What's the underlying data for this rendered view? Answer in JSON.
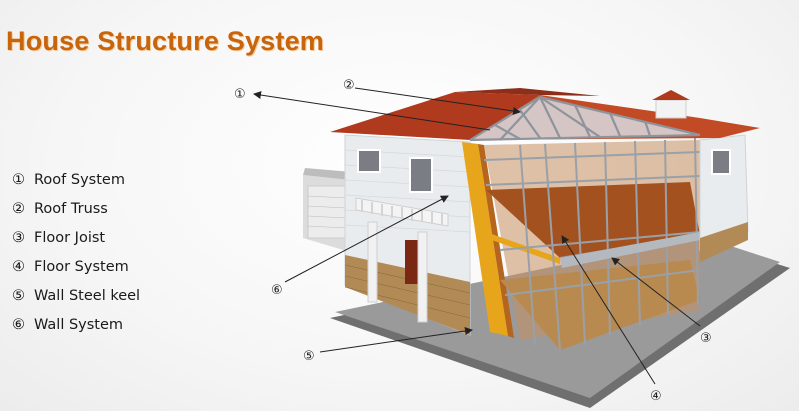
{
  "title": "House Structure System",
  "legend": [
    {
      "num": "①",
      "label": "Roof System"
    },
    {
      "num": "②",
      "label": "Roof Truss"
    },
    {
      "num": "③",
      "label": "Floor Joist"
    },
    {
      "num": "④",
      "label": "Floor System"
    },
    {
      "num": "⑤",
      "label": "Wall Steel keel"
    },
    {
      "num": "⑥",
      "label": "Wall System"
    }
  ],
  "callouts": [
    {
      "num": "①"
    },
    {
      "num": "②"
    },
    {
      "num": "③"
    },
    {
      "num": "④"
    },
    {
      "num": "⑤"
    },
    {
      "num": "⑥"
    }
  ],
  "colors": {
    "title": "#c8640c",
    "roof": "#b03a1e",
    "siding": "#e9ecee",
    "steel": "#9aa0a8",
    "floor": "#a3521f",
    "insulation": "#e7a51c"
  }
}
